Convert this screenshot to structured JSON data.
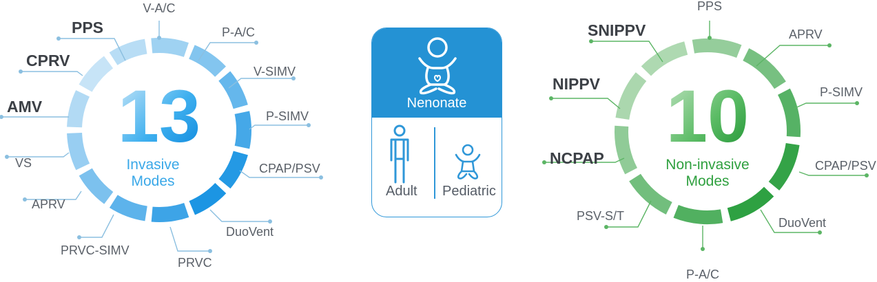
{
  "invasive": {
    "count": "13",
    "caption_line1": "Invasive",
    "caption_line2": "Modes",
    "modes": [
      "V-A/C",
      "P-A/C",
      "V-SIMV",
      "P-SIMV",
      "CPAP/PSV",
      "DuoVent",
      "PRVC",
      "PRVC-SIMV",
      "APRV",
      "VS",
      "AMV",
      "CPRV",
      "PPS"
    ],
    "highlight_modes": [
      "AMV",
      "CPRV",
      "PPS"
    ]
  },
  "patient_card": {
    "top_label": "Nenonate",
    "left_label": "Adult",
    "right_label": "Pediatric"
  },
  "noninvasive": {
    "count": "10",
    "caption_line1": "Non-invasive",
    "caption_line2": "Modes",
    "modes": [
      "PPS",
      "APRV",
      "P-SIMV",
      "CPAP/PSV",
      "DuoVent",
      "P-A/C",
      "PSV-S/T",
      "NCPAP",
      "NIPPV",
      "SNIPPV"
    ],
    "highlight_modes": [
      "NCPAP",
      "NIPPV",
      "SNIPPV"
    ]
  },
  "colors": {
    "invasive_light": "#c9e5f7",
    "invasive_dark": "#0f8fe2",
    "invasive_line": "#8bbfe0",
    "noninvasive_light": "#b6dcb8",
    "noninvasive_dark": "#1f9a35",
    "noninvasive_line": "#5cb565",
    "card_blue": "#2492d4",
    "gray_text": "#5a6068",
    "dark_text": "#3c4046"
  }
}
